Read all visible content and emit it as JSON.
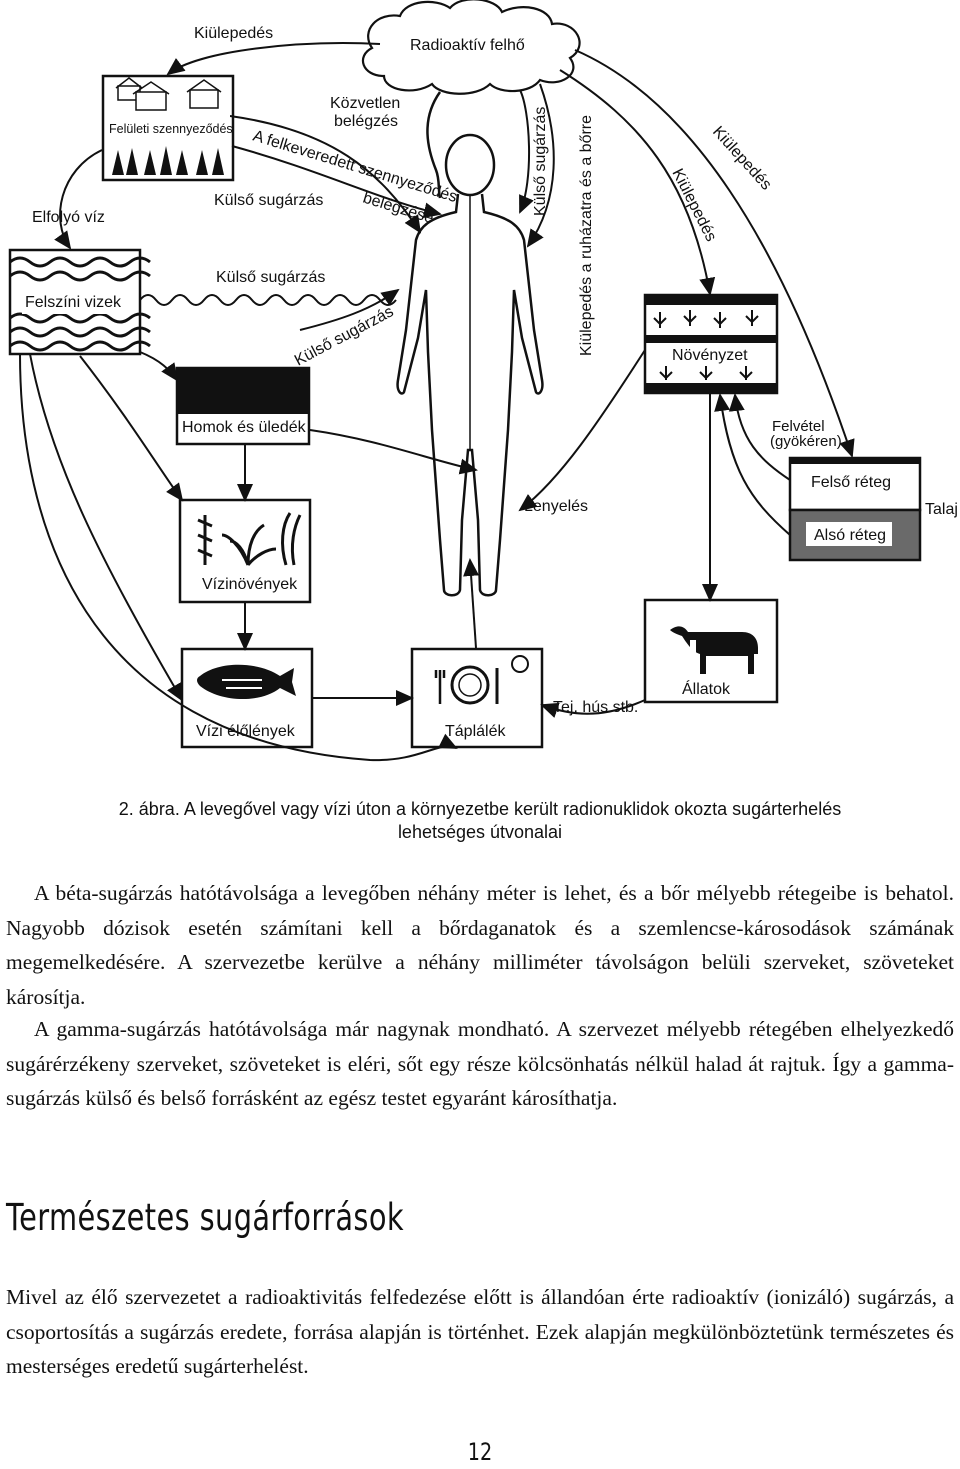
{
  "diagram": {
    "labels": {
      "kiulepedes_top": "Kiülepedés",
      "radioaktiv_felho": "Radioaktív felhő",
      "feluleti_szennyezodes": "Felületi szennyeződés",
      "kozvetlen_belegzes_1": "Közvetlen",
      "kozvetlen_belegzes_2": "belégzés",
      "felkeveredett_1": "A felkeveredett szennyeződés",
      "felkeveredett_2": "belégzése",
      "elfolyo_viz": "Elfolyó víz",
      "kulso_sugarzas_a": "Külső sugárzás",
      "kulso_sugarzas_b": "Külső sugárzás",
      "kulso_sugarzas_c": "Külső sugárzás",
      "kulso_sugarzas_vert": "Külső sugárzás",
      "kiulepedes_ruhazat": "Kiülepedés a ruházatra és a bőrre",
      "kiulepedes_diag1": "Kiülepedés",
      "kiulepedes_diag2": "Kiülepedés",
      "felszini_vizek": "Felszíni vizek",
      "novenyzet": "Növényzet",
      "homok_es_uledek": "Homok és üledék",
      "felvetel_1": "Felvétel",
      "felvetel_2": "(gyökéren)",
      "lenyeles": "Lenyelés",
      "felso_reteg": "Felső réteg",
      "also_reteg": "Alsó réteg",
      "talaj": "Talaj",
      "vizinovenyek": "Vízinövények",
      "allatok": "Állatok",
      "tej_hus": "Tej, hús stb.",
      "vizi_elolenyek": "Vízi élőlények",
      "taplalek": "Táplálék"
    }
  },
  "caption": {
    "line1": "2. ábra. A levegővel vagy vízi úton a környezetbe került radionuklidok okozta sugárterhelés",
    "line2": "lehetséges útvonalai"
  },
  "paragraph1": "A béta-sugárzás hatótávolsága a levegőben néhány méter is lehet, és a bőr mélyebb rétegeibe is behatol. Nagyobb dózisok esetén számítani kell a bőrdaganatok és a szemlencse-károsodások számának megemelkedésére. A szervezetbe kerülve a néhány milliméter távolságon belüli szerveket, szöveteket károsítja.",
  "paragraph2": "A gamma-sugárzás hatótávolsága már nagynak mondható. A szervezet mélyebb rétegében elhelyezkedő sugárérzékeny szerveket, szöveteket is eléri, sőt egy része kölcsönhatás nélkül halad át rajtuk. Így a gamma-sugárzás külső és belső forrásként az egész testet egyaránt károsíthatja.",
  "heading": "Természetes sugárforrások",
  "paragraph3": "Mivel az élő szervezetet a radioaktivitás felfedezése előtt is állandóan érte radioaktív (ionizáló) sugárzás, a csoportosítás a sugárzás eredete, forrása alapján is történhet. Ezek alapján megkülönböztetünk természetes és mesterséges eredetű sugárterhelést.",
  "page_number": "12"
}
